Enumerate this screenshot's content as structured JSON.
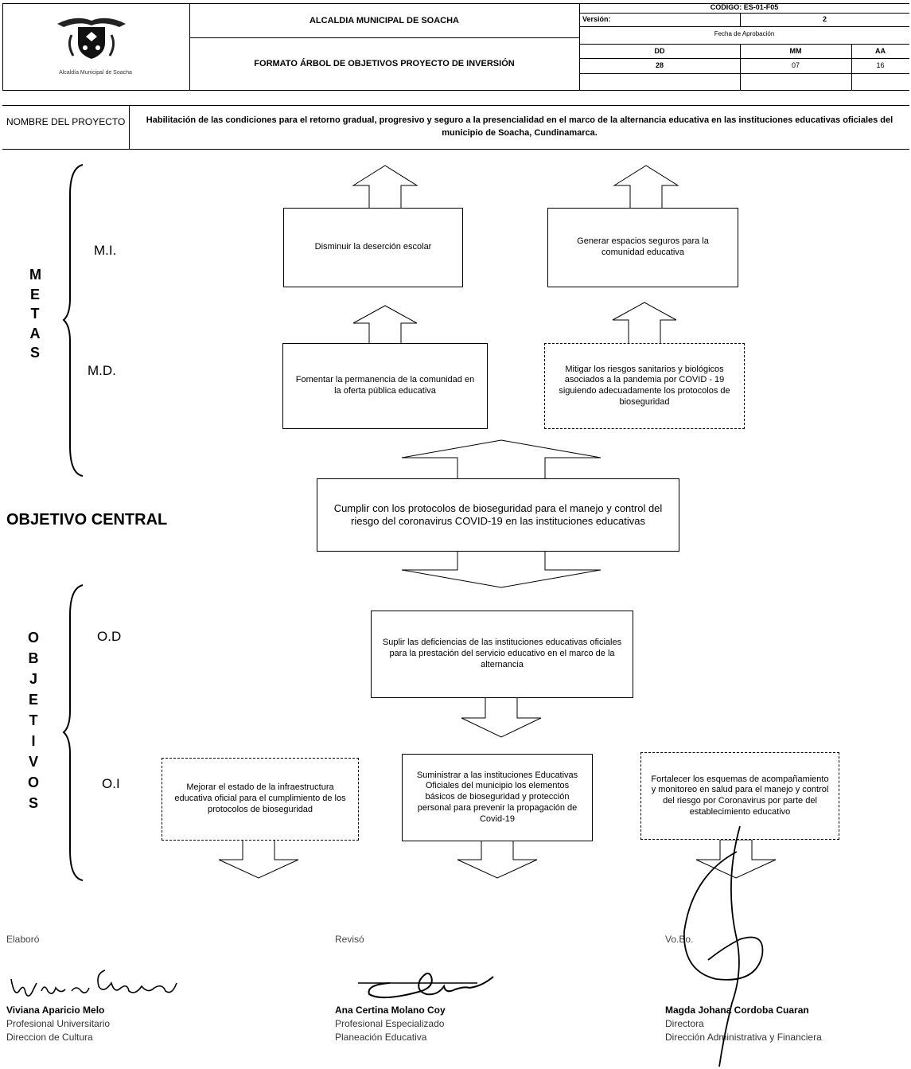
{
  "header": {
    "logo_caption": "Alcaldía Municipal de Soacha",
    "institution": "ALCALDIA MUNICIPAL DE SOACHA",
    "form_title": "FORMATO ÁRBOL  DE OBJETIVOS PROYECTO DE INVERSIÓN",
    "code_label": "CÓDIGO: ES-01-F05",
    "version_label": "Versión:",
    "version_value": "2",
    "approval_label": "Fecha de Aprobación",
    "dd_label": "DD",
    "mm_label": "MM",
    "aa_label": "AA",
    "dd_value": "28",
    "mm_value": "07",
    "aa_value": "16"
  },
  "project": {
    "name_label": "NOMBRE DEL PROYECTO",
    "name_value": "Habilitación de las condiciones para el retorno gradual, progresivo y seguro a la presencialidad en el marco de la alternancia educativa en las instituciones educativas oficiales del municipio de Soacha, Cundinamarca."
  },
  "side_labels": {
    "metas": "METAS",
    "mi": "M.I.",
    "md": "M.D.",
    "central": "OBJETIVO CENTRAL",
    "objetivos": "OBJETIVOS",
    "od": "O.D",
    "oi": "O.I"
  },
  "boxes": {
    "mi_1": "Disminuir la deserción escolar",
    "mi_2": "Generar espacios seguros para la comunidad educativa",
    "md_1": "Fomentar la permanencia de la comunidad en la oferta pública educativa",
    "md_2": "Mitigar los riesgos sanitarios y biológicos asociados a la pandemia por COVID - 19 siguiendo adecuadamente los protocolos de bioseguridad",
    "central": "Cumplir con los protocolos de bioseguridad para el manejo y control del riesgo del coronavirus COVID-19 en las instituciones educativas",
    "od": "Suplir las deficiencias de las instituciones educativas oficiales para la prestación del servicio educativo en el marco de la alternancia",
    "oi_1": "Mejorar el estado de la infraestructura educativa oficial para el cumplimiento de los protocolos de bioseguridad",
    "oi_2": "Suministrar a las instituciones Educativas Oficiales del municipio los elementos básicos de bioseguridad y protección personal para prevenir la propagación de Covid-19",
    "oi_3": "Fortalecer los esquemas de acompañamiento y monitoreo en salud para el manejo y control del riesgo por Coronavirus por parte del establecimiento educativo"
  },
  "signatures": {
    "elaboro_label": "Elaboró",
    "elaboro_name": "Viviana Aparicio Melo",
    "elaboro_role1": "Profesional Universitario",
    "elaboro_role2": "Direccion de Cultura",
    "reviso_label": "Revisó",
    "reviso_name": "Ana Certina Molano Coy",
    "reviso_role1": "Profesional Especializado",
    "reviso_role2": "Planeación Educativa",
    "vobo_label": "Vo.Bo.",
    "vobo_name": "Magda Johana Cordoba Cuaran",
    "vobo_role1": "Directora",
    "vobo_role2": "Dirección Administrativa y Financiera"
  }
}
